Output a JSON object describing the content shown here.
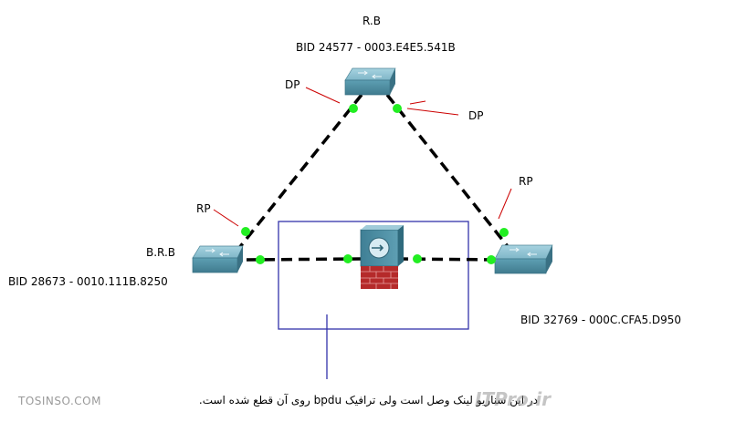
{
  "root_switch": {
    "title": "R.B",
    "bid": "BID 24577 - 0003.E4E5.541B"
  },
  "left_switch": {
    "title": "B.R.B",
    "bid": "BID 28673 - 0010.111B.8250"
  },
  "right_switch": {
    "bid": "BID 32769 - 000C.CFA5.D950"
  },
  "port_labels": {
    "root_left": "DP",
    "root_right": "DP",
    "left": "RP",
    "right": "RP"
  },
  "caption": "در این سناریو لینک وصل است ولی ترافیک bpdu روی آن قطع شده است.",
  "watermarks": {
    "left": "TOSINSO.COM",
    "right": "ITPro.ir"
  },
  "colors": {
    "link": "#000000",
    "port_dot": "#22ee22",
    "highlight_box": "#3333aa",
    "leader_line": "#cc0000",
    "switch_body": "#5b9bb0",
    "firewall_brick": "#b52a2a"
  }
}
